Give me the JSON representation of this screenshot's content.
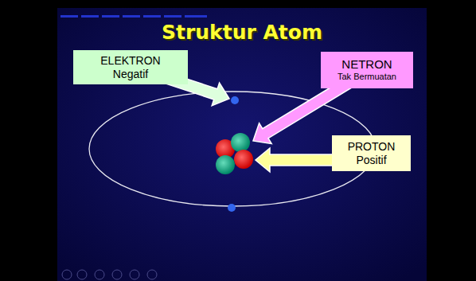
{
  "diagram": {
    "title": "Struktur Atom",
    "nodes": [
      {
        "text": [
          "ELEKTRON",
          "Negatif"
        ]
      },
      {
        "text": [
          "NETRON",
          "Tak Bermuatan"
        ]
      },
      {
        "text": [
          "PROTON",
          "Positif"
        ]
      }
    ]
  }
}
